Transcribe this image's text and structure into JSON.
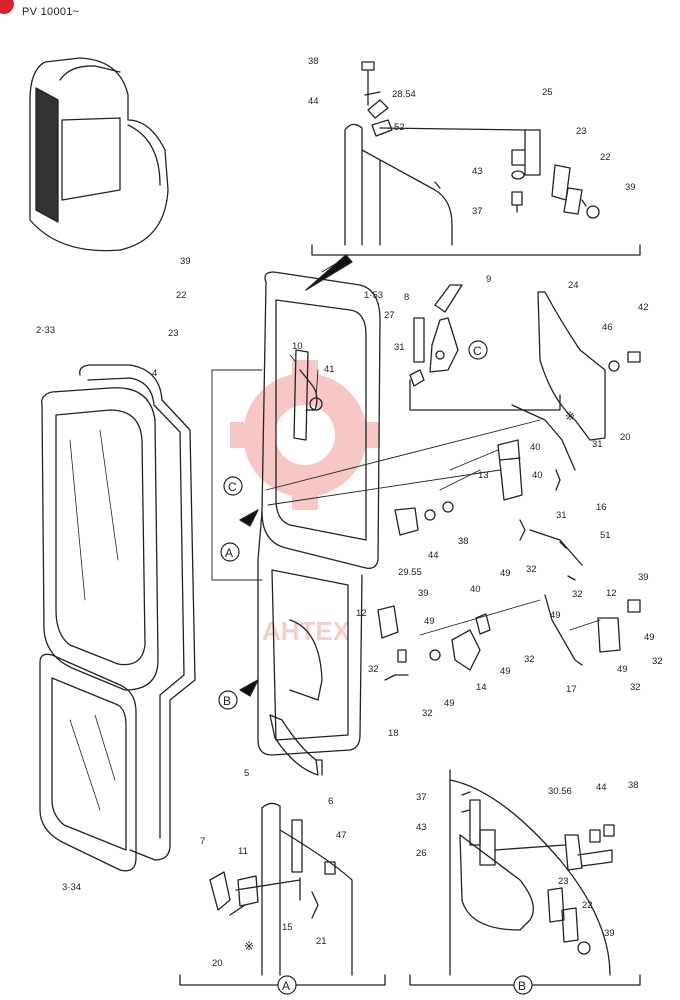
{
  "header": {
    "model_range": "PV 10001~"
  },
  "watermark": {
    "text": "АНТЕХ",
    "color": "#e23a2e"
  },
  "callouts": [
    {
      "id": "c38a",
      "label": "38"
    },
    {
      "id": "c44a",
      "label": "44"
    },
    {
      "id": "c2854",
      "label": "28.54"
    },
    {
      "id": "c52",
      "label": "52"
    },
    {
      "id": "c25",
      "label": "25"
    },
    {
      "id": "c23a",
      "label": "23"
    },
    {
      "id": "c22a",
      "label": "22"
    },
    {
      "id": "c39a",
      "label": "39"
    },
    {
      "id": "c43a",
      "label": "43"
    },
    {
      "id": "c37a",
      "label": "37"
    },
    {
      "id": "c39b",
      "label": "39"
    },
    {
      "id": "c22b",
      "label": "22"
    },
    {
      "id": "c23b",
      "label": "23"
    },
    {
      "id": "c233",
      "label": "2·33"
    },
    {
      "id": "c4",
      "label": "4"
    },
    {
      "id": "c153",
      "label": "1·53"
    },
    {
      "id": "c10",
      "label": "10"
    },
    {
      "id": "c41",
      "label": "41"
    },
    {
      "id": "c9",
      "label": "9"
    },
    {
      "id": "c8",
      "label": "8"
    },
    {
      "id": "c27",
      "label": "27"
    },
    {
      "id": "c31a",
      "label": "31"
    },
    {
      "id": "c24",
      "label": "24"
    },
    {
      "id": "c46",
      "label": "46"
    },
    {
      "id": "c42",
      "label": "42"
    },
    {
      "id": "c20a",
      "label": "20"
    },
    {
      "id": "c31b",
      "label": "31"
    },
    {
      "id": "c16",
      "label": "16"
    },
    {
      "id": "c40a",
      "label": "40"
    },
    {
      "id": "c13",
      "label": "13"
    },
    {
      "id": "c40b",
      "label": "40"
    },
    {
      "id": "c31c",
      "label": "31"
    },
    {
      "id": "c38b",
      "label": "38"
    },
    {
      "id": "c44b",
      "label": "44"
    },
    {
      "id": "c2955",
      "label": "29.55"
    },
    {
      "id": "c49a",
      "label": "49"
    },
    {
      "id": "c32a",
      "label": "32"
    },
    {
      "id": "c51",
      "label": "51"
    },
    {
      "id": "c39c",
      "label": "39"
    },
    {
      "id": "c40c",
      "label": "40"
    },
    {
      "id": "c32b",
      "label": "32"
    },
    {
      "id": "c49b",
      "label": "49"
    },
    {
      "id": "c12a",
      "label": "12"
    },
    {
      "id": "c39d",
      "label": "39"
    },
    {
      "id": "c12b",
      "label": "12"
    },
    {
      "id": "c49c",
      "label": "49"
    },
    {
      "id": "c49d",
      "label": "49"
    },
    {
      "id": "c32c",
      "label": "32"
    },
    {
      "id": "c32d",
      "label": "32"
    },
    {
      "id": "c49e",
      "label": "49"
    },
    {
      "id": "c32e",
      "label": "32"
    },
    {
      "id": "c14",
      "label": "14"
    },
    {
      "id": "c17",
      "label": "17"
    },
    {
      "id": "c49f",
      "label": "49"
    },
    {
      "id": "c32f",
      "label": "32"
    },
    {
      "id": "c18",
      "label": "18"
    },
    {
      "id": "c5",
      "label": "5"
    },
    {
      "id": "c334",
      "label": "3·34"
    },
    {
      "id": "c6",
      "label": "6"
    },
    {
      "id": "c47",
      "label": "47"
    },
    {
      "id": "c7",
      "label": "7"
    },
    {
      "id": "c11",
      "label": "11"
    },
    {
      "id": "c15",
      "label": "15"
    },
    {
      "id": "c21",
      "label": "21"
    },
    {
      "id": "c20b",
      "label": "20"
    },
    {
      "id": "c37b",
      "label": "37"
    },
    {
      "id": "c43b",
      "label": "43"
    },
    {
      "id": "c26",
      "label": "26"
    },
    {
      "id": "c3056",
      "label": "30.56"
    },
    {
      "id": "c44c",
      "label": "44"
    },
    {
      "id": "c38c",
      "label": "38"
    },
    {
      "id": "c23c",
      "label": "23"
    },
    {
      "id": "c22c",
      "label": "22"
    },
    {
      "id": "c39e",
      "label": "39"
    },
    {
      "id": "c49g",
      "label": "49"
    },
    {
      "id": "c32g",
      "label": "32"
    }
  ],
  "circle_refs": {
    "a": "A",
    "b": "B",
    "c": "C"
  },
  "notes": {
    "asterisk": "※"
  }
}
